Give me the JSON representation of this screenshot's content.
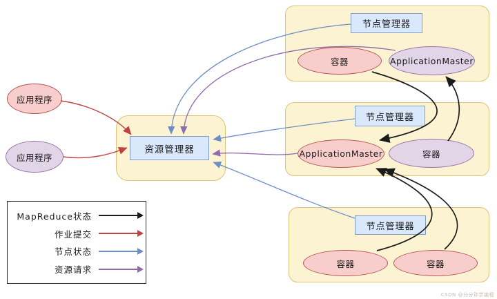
{
  "diagram": {
    "title_semantic": "YARN resource management architecture",
    "apps": [
      {
        "label": "应用程序"
      },
      {
        "label": "应用程序"
      }
    ],
    "resource_manager": {
      "label": "资源管理器"
    },
    "node_panels": [
      {
        "manager": "节点管理器",
        "ellipses": [
          {
            "label": "容器",
            "variant": "pink"
          },
          {
            "label": "ApplicationMaster",
            "variant": "purple"
          }
        ]
      },
      {
        "manager": "节点管理器",
        "ellipses": [
          {
            "label": "ApplicationMaster",
            "variant": "pink"
          },
          {
            "label": "容器",
            "variant": "purple"
          }
        ]
      },
      {
        "manager": "节点管理器",
        "ellipses": [
          {
            "label": "容器",
            "variant": "pink"
          },
          {
            "label": "容器",
            "variant": "pink"
          }
        ]
      }
    ],
    "legend": {
      "items": [
        {
          "label": "MapReduce状态",
          "color": "#1a1a1a"
        },
        {
          "label": "作业提交",
          "color": "#bf4341"
        },
        {
          "label": "节点状态",
          "color": "#6d8dc6"
        },
        {
          "label": "资源请求",
          "color": "#8f6bab"
        }
      ]
    },
    "colors": {
      "panel_fill": "#fcf3d2",
      "panel_border": "#ddc377",
      "box_fill": "#dae8fc",
      "box_border": "#7e9cc5",
      "pink_fill": "#f8cecc",
      "pink_border": "#b85450",
      "purple_fill": "#e1d5e7",
      "purple_border": "#9673a6"
    },
    "watermark": "CSDN @分分钟学编程"
  }
}
